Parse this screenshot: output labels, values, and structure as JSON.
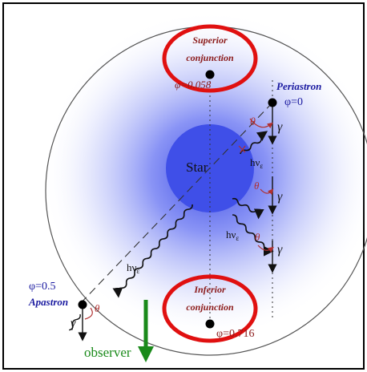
{
  "labels": {
    "star": "Star",
    "superior_conjunction": [
      "Superior",
      "conjunction"
    ],
    "inferior_conjunction": [
      "Inferior",
      "conjunction"
    ],
    "periastron": "Periastron",
    "apastron": "Apastron",
    "phi_superior": "φ=0.058",
    "phi_periastron": "φ=0",
    "phi_apastron": "φ=0.5",
    "phi_inferior": "φ=0.716",
    "observer": "observer",
    "gamma": "γ",
    "theta": "θ",
    "photon": "hν",
    "photon_sub": "ε"
  },
  "colors": {
    "halo": "#2f3fe0",
    "star": "#3f4fe8",
    "orbit": "#555555",
    "highlight_circle": "#e01010",
    "angle_mark": "#b03030",
    "arrow_observer": "#1a8a1a",
    "label_red": "#8b1a1a",
    "label_blue": "#1a1aa0",
    "observer_text": "#1a8a1a",
    "frame": "#000000"
  },
  "icons": {
    "down_arrow": "arrow-down-icon"
  }
}
